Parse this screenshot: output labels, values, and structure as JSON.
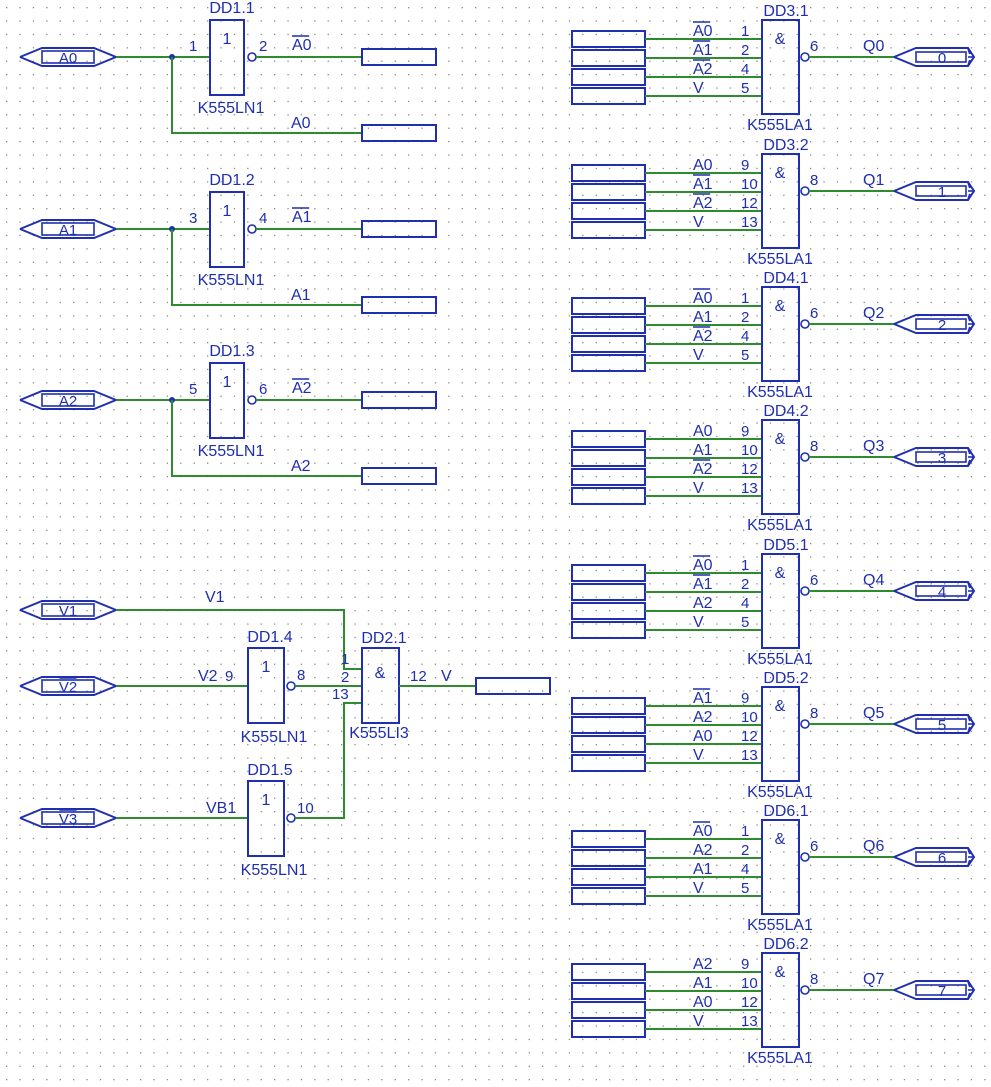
{
  "inputs": [
    {
      "id": "A0",
      "label": "A0",
      "overline": false
    },
    {
      "id": "A1",
      "label": "A1",
      "overline": false
    },
    {
      "id": "A2",
      "label": "A2",
      "overline": false
    },
    {
      "id": "V1",
      "label": "V1",
      "overline": false
    },
    {
      "id": "V2",
      "label": "V2",
      "overline": true
    },
    {
      "id": "V3",
      "label": "V3",
      "overline": true
    }
  ],
  "outputs": [
    {
      "id": "Q0",
      "signal": "Q0",
      "port": "0"
    },
    {
      "id": "Q1",
      "signal": "Q1",
      "port": "1"
    },
    {
      "id": "Q2",
      "signal": "Q2",
      "port": "2"
    },
    {
      "id": "Q3",
      "signal": "Q3",
      "port": "3"
    },
    {
      "id": "Q4",
      "signal": "Q4",
      "port": "4"
    },
    {
      "id": "Q5",
      "signal": "Q5",
      "port": "5"
    },
    {
      "id": "Q6",
      "signal": "Q6",
      "port": "6"
    },
    {
      "id": "Q7",
      "signal": "Q7",
      "port": "7"
    }
  ],
  "inverters": [
    {
      "ref": "DD1.1",
      "part": "K555LN1",
      "symbol": "1",
      "pin_in": "1",
      "pin_out": "2",
      "out_label": "A0",
      "out_overline": true,
      "tap_label": "A0"
    },
    {
      "ref": "DD1.2",
      "part": "K555LN1",
      "symbol": "1",
      "pin_in": "3",
      "pin_out": "4",
      "out_label": "A1",
      "out_overline": true,
      "tap_label": "A1"
    },
    {
      "ref": "DD1.3",
      "part": "K555LN1",
      "symbol": "1",
      "pin_in": "5",
      "pin_out": "6",
      "out_label": "A2",
      "out_overline": true,
      "tap_label": "A2"
    }
  ],
  "enable": {
    "v1_label": "V1",
    "dd14": {
      "ref": "DD1.4",
      "part": "K555LN1",
      "symbol": "1",
      "in_label": "V2",
      "pin_in": "9",
      "pin_out": "8"
    },
    "dd15": {
      "ref": "DD1.5",
      "part": "K555LN1",
      "symbol": "1",
      "in_label": "VB1",
      "pin_out": "10"
    },
    "dd21": {
      "ref": "DD2.1",
      "part": "K555LI3",
      "symbol": "&",
      "pins_in": [
        "1",
        "2",
        "13"
      ],
      "pin_out": "12",
      "out_label": "V"
    }
  },
  "nand_gates": [
    {
      "ref": "DD3.1",
      "part": "K555LA1",
      "symbol": "&",
      "pin_out": "6",
      "inputs": [
        {
          "label": "A0",
          "overline": true,
          "pin": "1"
        },
        {
          "label": "A1",
          "overline": true,
          "pin": "2"
        },
        {
          "label": "A2",
          "overline": true,
          "pin": "4"
        },
        {
          "label": "V",
          "overline": false,
          "pin": "5"
        }
      ]
    },
    {
      "ref": "DD3.2",
      "part": "K555LA1",
      "symbol": "&",
      "pin_out": "8",
      "inputs": [
        {
          "label": "A0",
          "overline": false,
          "pin": "9"
        },
        {
          "label": "A1",
          "overline": true,
          "pin": "10"
        },
        {
          "label": "A2",
          "overline": true,
          "pin": "12"
        },
        {
          "label": "V",
          "overline": false,
          "pin": "13"
        }
      ]
    },
    {
      "ref": "DD4.1",
      "part": "K555LA1",
      "symbol": "&",
      "pin_out": "6",
      "inputs": [
        {
          "label": "A0",
          "overline": true,
          "pin": "1"
        },
        {
          "label": "A1",
          "overline": false,
          "pin": "2"
        },
        {
          "label": "A2",
          "overline": true,
          "pin": "4"
        },
        {
          "label": "V",
          "overline": false,
          "pin": "5"
        }
      ]
    },
    {
      "ref": "DD4.2",
      "part": "K555LA1",
      "symbol": "&",
      "pin_out": "8",
      "inputs": [
        {
          "label": "A0",
          "overline": false,
          "pin": "9"
        },
        {
          "label": "A1",
          "overline": false,
          "pin": "10"
        },
        {
          "label": "A2",
          "overline": true,
          "pin": "12"
        },
        {
          "label": "V",
          "overline": false,
          "pin": "13"
        }
      ]
    },
    {
      "ref": "DD5.1",
      "part": "K555LA1",
      "symbol": "&",
      "pin_out": "6",
      "inputs": [
        {
          "label": "A0",
          "overline": true,
          "pin": "1"
        },
        {
          "label": "A1",
          "overline": true,
          "pin": "2"
        },
        {
          "label": "A2",
          "overline": false,
          "pin": "4"
        },
        {
          "label": "V",
          "overline": false,
          "pin": "5"
        }
      ]
    },
    {
      "ref": "DD5.2",
      "part": "K555LA1",
      "symbol": "&",
      "pin_out": "8",
      "inputs": [
        {
          "label": "A1",
          "overline": true,
          "pin": "9"
        },
        {
          "label": "A2",
          "overline": false,
          "pin": "10"
        },
        {
          "label": "A0",
          "overline": false,
          "pin": "12"
        },
        {
          "label": "V",
          "overline": false,
          "pin": "13"
        }
      ]
    },
    {
      "ref": "DD6.1",
      "part": "K555LA1",
      "symbol": "&",
      "pin_out": "6",
      "inputs": [
        {
          "label": "A0",
          "overline": true,
          "pin": "1"
        },
        {
          "label": "A2",
          "overline": false,
          "pin": "2"
        },
        {
          "label": "A1",
          "overline": false,
          "pin": "4"
        },
        {
          "label": "V",
          "overline": false,
          "pin": "5"
        }
      ]
    },
    {
      "ref": "DD6.2",
      "part": "K555LA1",
      "symbol": "&",
      "pin_out": "8",
      "inputs": [
        {
          "label": "A2",
          "overline": false,
          "pin": "9"
        },
        {
          "label": "A1",
          "overline": false,
          "pin": "10"
        },
        {
          "label": "A0",
          "overline": false,
          "pin": "12"
        },
        {
          "label": "V",
          "overline": false,
          "pin": "13"
        }
      ]
    }
  ]
}
